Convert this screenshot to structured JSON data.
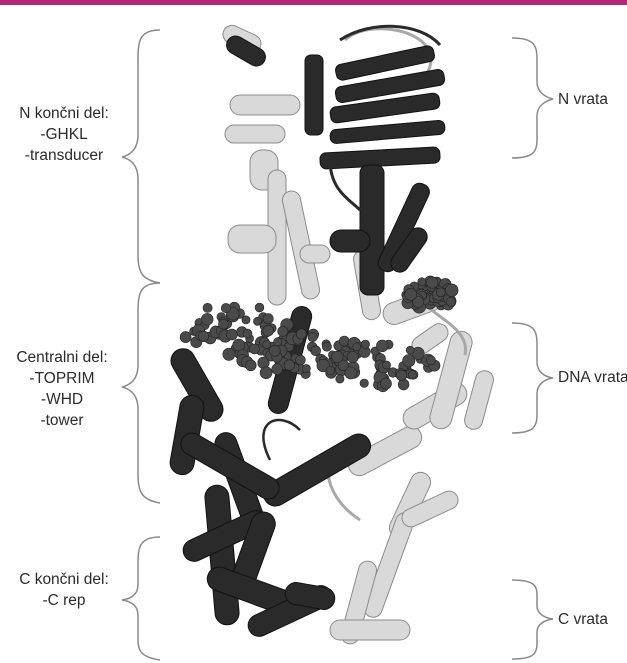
{
  "colors": {
    "top_rule": "#b5267a",
    "dark_chain": "#2a2a2a",
    "light_chain": "#d9d9d9",
    "dna_spheres": "#4a4a4a",
    "brace": "#8a8a8a"
  },
  "left_labels": [
    {
      "lines": [
        "N končni del:",
        "-GHKL",
        "-transducer"
      ]
    },
    {
      "lines": [
        "Centralni del:",
        "-TOPRIM",
        "-WHD",
        "-tower"
      ]
    },
    {
      "lines": [
        "C končni del:",
        "-C rep"
      ]
    }
  ],
  "right_labels": [
    {
      "text": "N vrata"
    },
    {
      "text": "DNA vrata"
    },
    {
      "text": "C vrata"
    }
  ]
}
